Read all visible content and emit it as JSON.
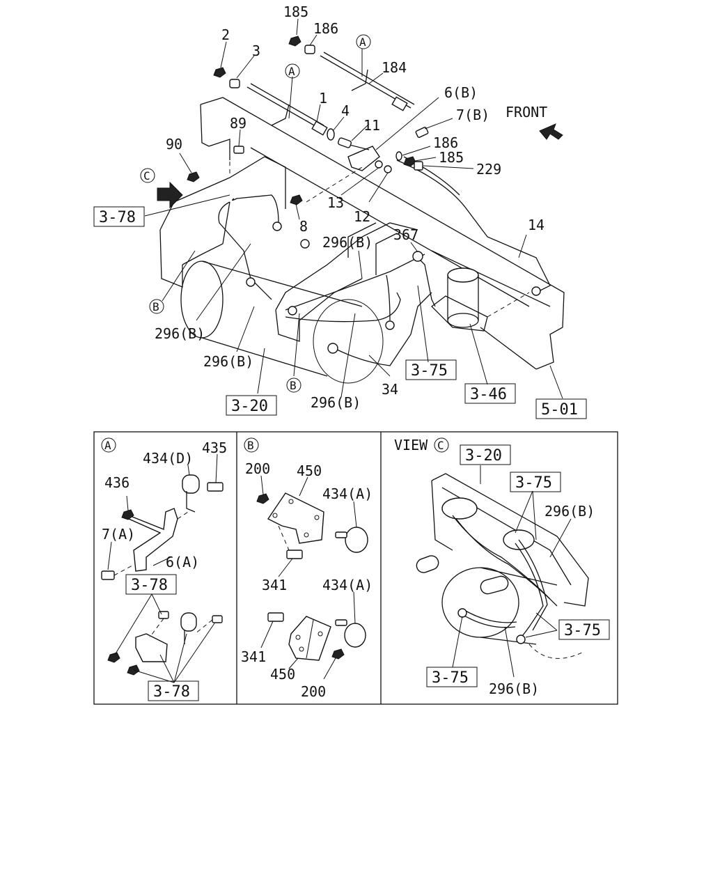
{
  "main": {
    "front_label": "FRONT",
    "callouts": {
      "c185_top": "185",
      "c186_top": "186",
      "c2": "2",
      "c3": "3",
      "c184": "184",
      "c1": "1",
      "c4": "4",
      "c11": "11",
      "c6b": "6(B)",
      "c7b": "7(B)",
      "c89": "89",
      "c90": "90",
      "c186_mid": "186",
      "c185_mid": "185",
      "c229": "229",
      "c13": "13",
      "c12": "12",
      "c8": "8",
      "c14": "14",
      "c296b_1": "296(B)",
      "c367": "367",
      "c296b_2": "296(B)",
      "c296b_3": "296(B)",
      "c296b_4": "296(B)",
      "c34": "34"
    },
    "circle_markers": {
      "a1": "A",
      "a2": "A",
      "c_view": "C",
      "b1": "B",
      "b2": "B"
    },
    "ref_boxes": {
      "r378": "3-78",
      "r375": "3-75",
      "r346": "3-46",
      "r320": "3-20",
      "r501": "5-01"
    }
  },
  "panel_a": {
    "marker": "A",
    "callouts": {
      "c434d": "434(D)",
      "c435": "435",
      "c436": "436",
      "c7a": "7(A)",
      "c6a": "6(A)"
    },
    "ref_boxes": {
      "r378_top": "3-78",
      "r378_bottom": "3-78"
    }
  },
  "panel_b": {
    "marker": "B",
    "callouts": {
      "c200_top": "200",
      "c450_top": "450",
      "c434a_top": "434(A)",
      "c341_top": "341",
      "c434a_bottom": "434(A)",
      "c341_bottom": "341",
      "c450_bottom": "450",
      "c200_bottom": "200"
    }
  },
  "panel_c": {
    "view_label": "VIEW",
    "marker": "C",
    "callouts": {
      "c296b_1": "296(B)",
      "c296b_2": "296(B)"
    },
    "ref_boxes": {
      "r320": "3-20",
      "r375_top": "3-75",
      "r375_right": "3-75",
      "r375_bottom": "3-75"
    }
  }
}
